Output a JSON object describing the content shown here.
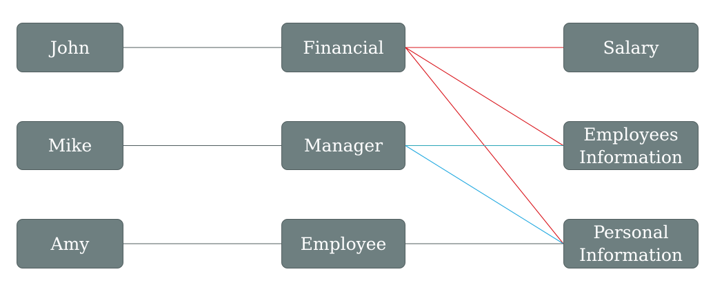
{
  "nodes": {
    "john": "John",
    "mike": "Mike",
    "amy": "Amy",
    "financial": "Financial",
    "manager": "Manager",
    "employee": "Employee",
    "salary": "Salary",
    "employees_information": "Employees\nInformation",
    "personal_information": "Personal\nInformation"
  },
  "edges": [
    {
      "from": "john",
      "to": "financial",
      "color": "#4f5d5e"
    },
    {
      "from": "mike",
      "to": "manager",
      "color": "#4f5d5e"
    },
    {
      "from": "amy",
      "to": "employee",
      "color": "#4f5d5e"
    },
    {
      "from": "financial",
      "to": "salary",
      "color": "#d9141b"
    },
    {
      "from": "financial",
      "to": "employees_information",
      "color": "#d9141b"
    },
    {
      "from": "financial",
      "to": "personal_information",
      "color": "#d9141b"
    },
    {
      "from": "manager",
      "to": "employees_information",
      "color": "#2aa6b8"
    },
    {
      "from": "manager",
      "to": "personal_information",
      "color": "#1fa8e0"
    },
    {
      "from": "employee",
      "to": "personal_information",
      "color": "#4f5d5e"
    }
  ]
}
